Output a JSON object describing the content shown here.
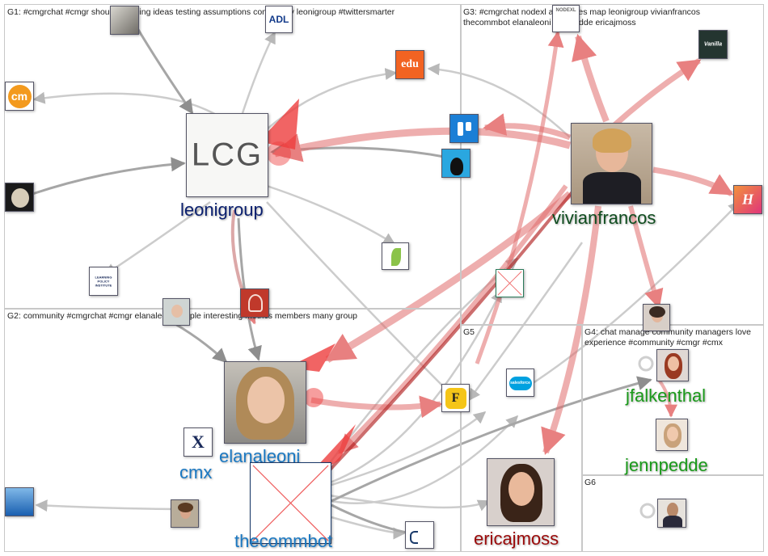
{
  "groups": [
    {
      "id": "G1",
      "label": "G1: #cmgrchat #cmgr shouldn coming ideas testing assumptions community leonigroup #twittersmarter"
    },
    {
      "id": "G2",
      "label": "G2: community #cmgrchat #cmgr elanaleoni people interesting metrics members many group"
    },
    {
      "id": "G3",
      "label": "G3: #cmgrchat nodexl audiences map leonigroup vivianfrancos thecommbot elanaleoni jennpedde ericajmoss"
    },
    {
      "id": "G4",
      "label": "G4: chat manage community managers love experience #community #cmgr #cmx"
    },
    {
      "id": "G5",
      "label": "G5"
    },
    {
      "id": "G6",
      "label": "G6"
    }
  ],
  "labels": {
    "leonigroup": "leonigroup",
    "vivianfrancos": "vivianfrancos",
    "elanaleoni": "elanaleoni",
    "cmx": "cmx",
    "thecommbot": "thecommbot",
    "ericajmoss": "ericajmoss",
    "jfalkenthal": "jfalkenthal",
    "jennpedde": "jennpedde"
  },
  "logos": {
    "lcg": "LCG",
    "edu": "edu",
    "adl": "ADL",
    "cm": "cm",
    "cmx": "X",
    "fast_company": "F",
    "salesforce": "salesforce",
    "hootsuite": "H",
    "nodexl": "NODEXL",
    "lpi": "LEARNING POLICY INSTITUTE",
    "vanilla": "Vanilla"
  },
  "colors": {
    "strong_edge": "#e06060",
    "light_edge": "#c9c9c9",
    "dark_edge": "#9a9a9a",
    "label_blue": "#1a78c2",
    "label_navy": "#0a1f6e",
    "label_green": "#1a9a1a",
    "label_darkgreen": "#0f4d1f",
    "label_red": "#9b0a0a"
  }
}
